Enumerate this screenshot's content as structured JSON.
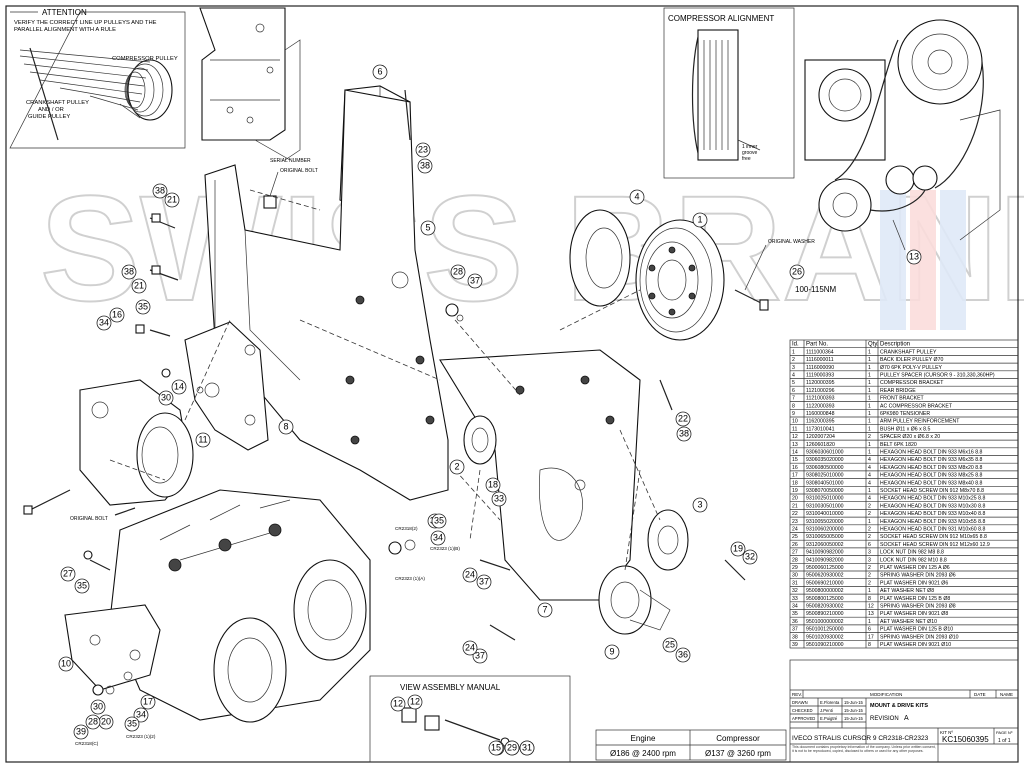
{
  "attention": {
    "title": "ATTENTION",
    "line1": "VERIFY THE CORRECT LINE UP PULLEYS AND THE",
    "line2": "PARALLEL ALIGNMENT WITH A RULE",
    "compressor_pulley": "COMPRESSOR PULLEY",
    "crank_line1": "CRANKSHAFT PULLEY",
    "crank_line2": "AND / OR",
    "crank_line3": "GUIDE PULLEY"
  },
  "compressor_alignment": {
    "title": "COMPRESSOR ALIGNMENT",
    "note1": "1 inner",
    "note2": "groove",
    "note3": "free"
  },
  "labels": {
    "serial_number": "SERIAL NUMBER",
    "original_bolt_top": "ORIGINAL BOLT",
    "original_bolt_left": "ORIGINAL BOLT",
    "original_washer": "ORIGINAL WASHER",
    "torque": "100-115NM",
    "cr2323_a": "CR2323 (1)(A)",
    "cr2318": "CR2318(2)",
    "cr2323_b": "CR2323 (1)(B)",
    "cr2318_c": "CR2318(C)",
    "cr2323_d": "CR2323 (1)(2)"
  },
  "callouts": [
    "1",
    "2",
    "3",
    "4",
    "5",
    "6",
    "7",
    "8",
    "9",
    "10",
    "11",
    "12",
    "13",
    "14",
    "15",
    "16",
    "17",
    "18",
    "19",
    "20",
    "21",
    "22",
    "23",
    "24",
    "25",
    "26",
    "27",
    "28",
    "29",
    "30",
    "31",
    "32",
    "33",
    "34",
    "35",
    "36",
    "37",
    "38",
    "39"
  ],
  "view_assembly": {
    "title": "VIEW ASSEMBLY MANUAL",
    "nums": [
      "12",
      "15",
      "29",
      "31"
    ]
  },
  "parts_table": {
    "headers": [
      "Id.",
      "Part No.",
      "Qty.",
      "Description"
    ],
    "rows": [
      [
        "1",
        "1111000364",
        "1",
        "CRANKSHAFT PULLEY"
      ],
      [
        "2",
        "1116000011",
        "1",
        "BACK IDLER PULLEY Ø70"
      ],
      [
        "3",
        "1116000090",
        "1",
        "Ø70 6PK POLY-V PULLEY"
      ],
      [
        "4",
        "1119000393",
        "1",
        "PULLEY SPACER (CURSOR 9 - 310,330,360HP)"
      ],
      [
        "5",
        "1120000395",
        "1",
        "COMPRESSOR BRACKET"
      ],
      [
        "6",
        "1121000296",
        "1",
        "REAR BRIDGE"
      ],
      [
        "7",
        "1121000393",
        "1",
        "FRONT BRACKET"
      ],
      [
        "8",
        "1122000393",
        "1",
        "AC COMPRESSOR BRACKET"
      ],
      [
        "9",
        "1160000848",
        "1",
        "6PK980 TENSIONER"
      ],
      [
        "10",
        "1162000395",
        "1",
        "ARM PULLEY REINFORCEMENT"
      ],
      [
        "11",
        "1173010041",
        "1",
        "BUSH Ø11 x Ø6 x 8.5"
      ],
      [
        "12",
        "1202007204",
        "2",
        "SPACER Ø20 x Ø6.8 x 20"
      ],
      [
        "13",
        "1260601820",
        "1",
        "BELT 6PK 1820"
      ],
      [
        "14",
        "9306030601000",
        "1",
        "HEXAGON HEAD BOLT DIN 933 M6x16 8.8"
      ],
      [
        "15",
        "9306035020000",
        "4",
        "HEXAGON HEAD BOLT DIN 933 M6x35 8.8"
      ],
      [
        "16",
        "9306080500000",
        "4",
        "HEXAGON HEAD BOLT DIN 933 M8x20 8.8"
      ],
      [
        "17",
        "9308025010000",
        "4",
        "HEXAGON HEAD BOLT DIN 933 M8x25 8.8"
      ],
      [
        "18",
        "9308040501000",
        "4",
        "HEXAGON HEAD BOLT DIN 933 M8x40 8.8"
      ],
      [
        "19",
        "9308070050000",
        "1",
        "SOCKET HEAD SCREW DIN 912 M8x70 8.8"
      ],
      [
        "20",
        "9310025010000",
        "4",
        "HEXAGON HEAD BOLT DIN 933 M10x25 8.8"
      ],
      [
        "21",
        "9310030501000",
        "2",
        "HEXAGON HEAD BOLT DIN 933 M10x30 8.8"
      ],
      [
        "22",
        "9310040010000",
        "2",
        "HEXAGON HEAD BOLT DIN 933 M10x40 8.8"
      ],
      [
        "23",
        "9310055020000",
        "1",
        "HEXAGON HEAD BOLT DIN 933 M10x55 8.8"
      ],
      [
        "24",
        "9310060200000",
        "2",
        "HEXAGON HEAD BOLT DIN 931 M10x60 8.8"
      ],
      [
        "25",
        "9310065005000",
        "2",
        "SOCKET HEAD SCREW DIN 912 M10x65 8.8"
      ],
      [
        "26",
        "9312060050002",
        "6",
        "SOCKET HEAD SCREW DIN 912 M12x60 12.9"
      ],
      [
        "27",
        "9410090982000",
        "3",
        "LOCK NUT DIN 982 M8 8.8"
      ],
      [
        "28",
        "9410090982000",
        "3",
        "LOCK NUT DIN 982 M10 8.8"
      ],
      [
        "29",
        "9500060125000",
        "2",
        "PLAT WASHER DIN 125 A Ø6"
      ],
      [
        "30",
        "9500620930002",
        "2",
        "SPRING WASHER DIN 2093 Ø6"
      ],
      [
        "31",
        "9500690210000",
        "2",
        "PLAT WASHER DIN 9021 Ø6"
      ],
      [
        "32",
        "9500800000002",
        "1",
        "AET WASHER NET Ø8"
      ],
      [
        "33",
        "9500800125000",
        "8",
        "PLAT WASHER DIN 125 B Ø8"
      ],
      [
        "34",
        "9500820930002",
        "12",
        "SPRING WASHER DIN 2093 Ø8"
      ],
      [
        "35",
        "9500890210000",
        "13",
        "PLAT WASHER DIN 9021 Ø8"
      ],
      [
        "36",
        "9501000000002",
        "1",
        "AET WASHER NET Ø10"
      ],
      [
        "37",
        "9501001250000",
        "6",
        "PLAT WASHER DIN 125 B Ø10"
      ],
      [
        "38",
        "9501020930002",
        "17",
        "SPRING WASHER DIN 2093 Ø10"
      ],
      [
        "39",
        "9501090210000",
        "8",
        "PLAT WASHER DIN 9021 Ø10"
      ]
    ]
  },
  "title_block": {
    "rev_label": "REV.",
    "modification_label": "MODIFICATION",
    "date_label": "DATE",
    "name_label": "NAME",
    "drawn_label": "DRAWN",
    "checked_label": "CHECKED",
    "approved_label": "APPROVED",
    "drawn_by": "E.Florenta",
    "checked_by": "J.Penti",
    "approved_by": "E.Puigtré",
    "date1": "15-Jun-15",
    "date2": "15-Jun-15",
    "date3": "15-Jun-15",
    "category": "MOUNT & DRIVE KITS",
    "revision_label": "REVISION",
    "revision": "A",
    "title": "IVECO STRALIS CURSOR 9 CR2318-CR2323",
    "kit_label": "KIT Nº",
    "kit_no": "KC15060395",
    "page_label": "PAGE Nº",
    "page": "1 of 1",
    "disclaimer": "This document contains proprietary information of the company. Unless prior written consent, it is not to be reproduced, copied, disclosed to others or used for any other purposes."
  },
  "speed_table": {
    "engine_label": "Engine",
    "engine_value": "Ø186 @ 2400 rpm",
    "compressor_label": "Compressor",
    "compressor_value": "Ø137 @ 3260 rpm"
  },
  "watermark": "SWISS BRAND",
  "colors": {
    "watermark_red": "#e8433c",
    "watermark_blue": "#4f86d8",
    "ink": "#111111"
  }
}
